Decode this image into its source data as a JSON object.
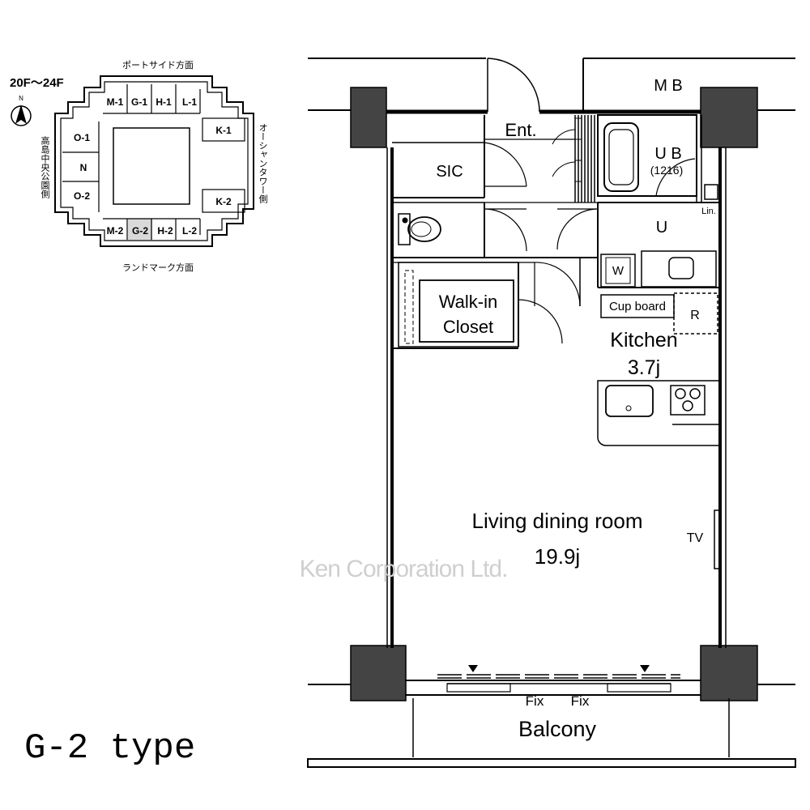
{
  "key_plan": {
    "floor_range": "20F〜24F",
    "north_label": "N",
    "top_side": "ポートサイド方面",
    "bottom_side": "ランドマーク方面",
    "left_side": "高島中央公園側",
    "right_side": "オーシャンタワー側",
    "units_top": [
      "M-1",
      "G-1",
      "H-1",
      "L-1"
    ],
    "units_bottom": [
      "M-2",
      "G-2",
      "H-2",
      "L-2"
    ],
    "units_left": [
      "O-1",
      "N",
      "O-2"
    ],
    "units_right": [
      "K-1",
      "K-2"
    ],
    "highlighted_unit": "G-2"
  },
  "rooms": {
    "mb": "M B",
    "entrance": "Ent.",
    "sic": "SIC",
    "ub": "U B",
    "ub_size": "(1216)",
    "lin": "Lin.",
    "u": "U",
    "w": "W",
    "cupboard": "Cup board",
    "r": "R",
    "kitchen": "Kitchen",
    "kitchen_size": "3.7j",
    "walkin_line1": "Walk-in",
    "walkin_line2": "Closet",
    "living": "Living dining room",
    "living_size": "19.9j",
    "tv": "TV",
    "fix1": "Fix",
    "fix2": "Fix",
    "balcony": "Balcony"
  },
  "watermark": "Ken Corporation Ltd.",
  "type_label": "G-2 type"
}
